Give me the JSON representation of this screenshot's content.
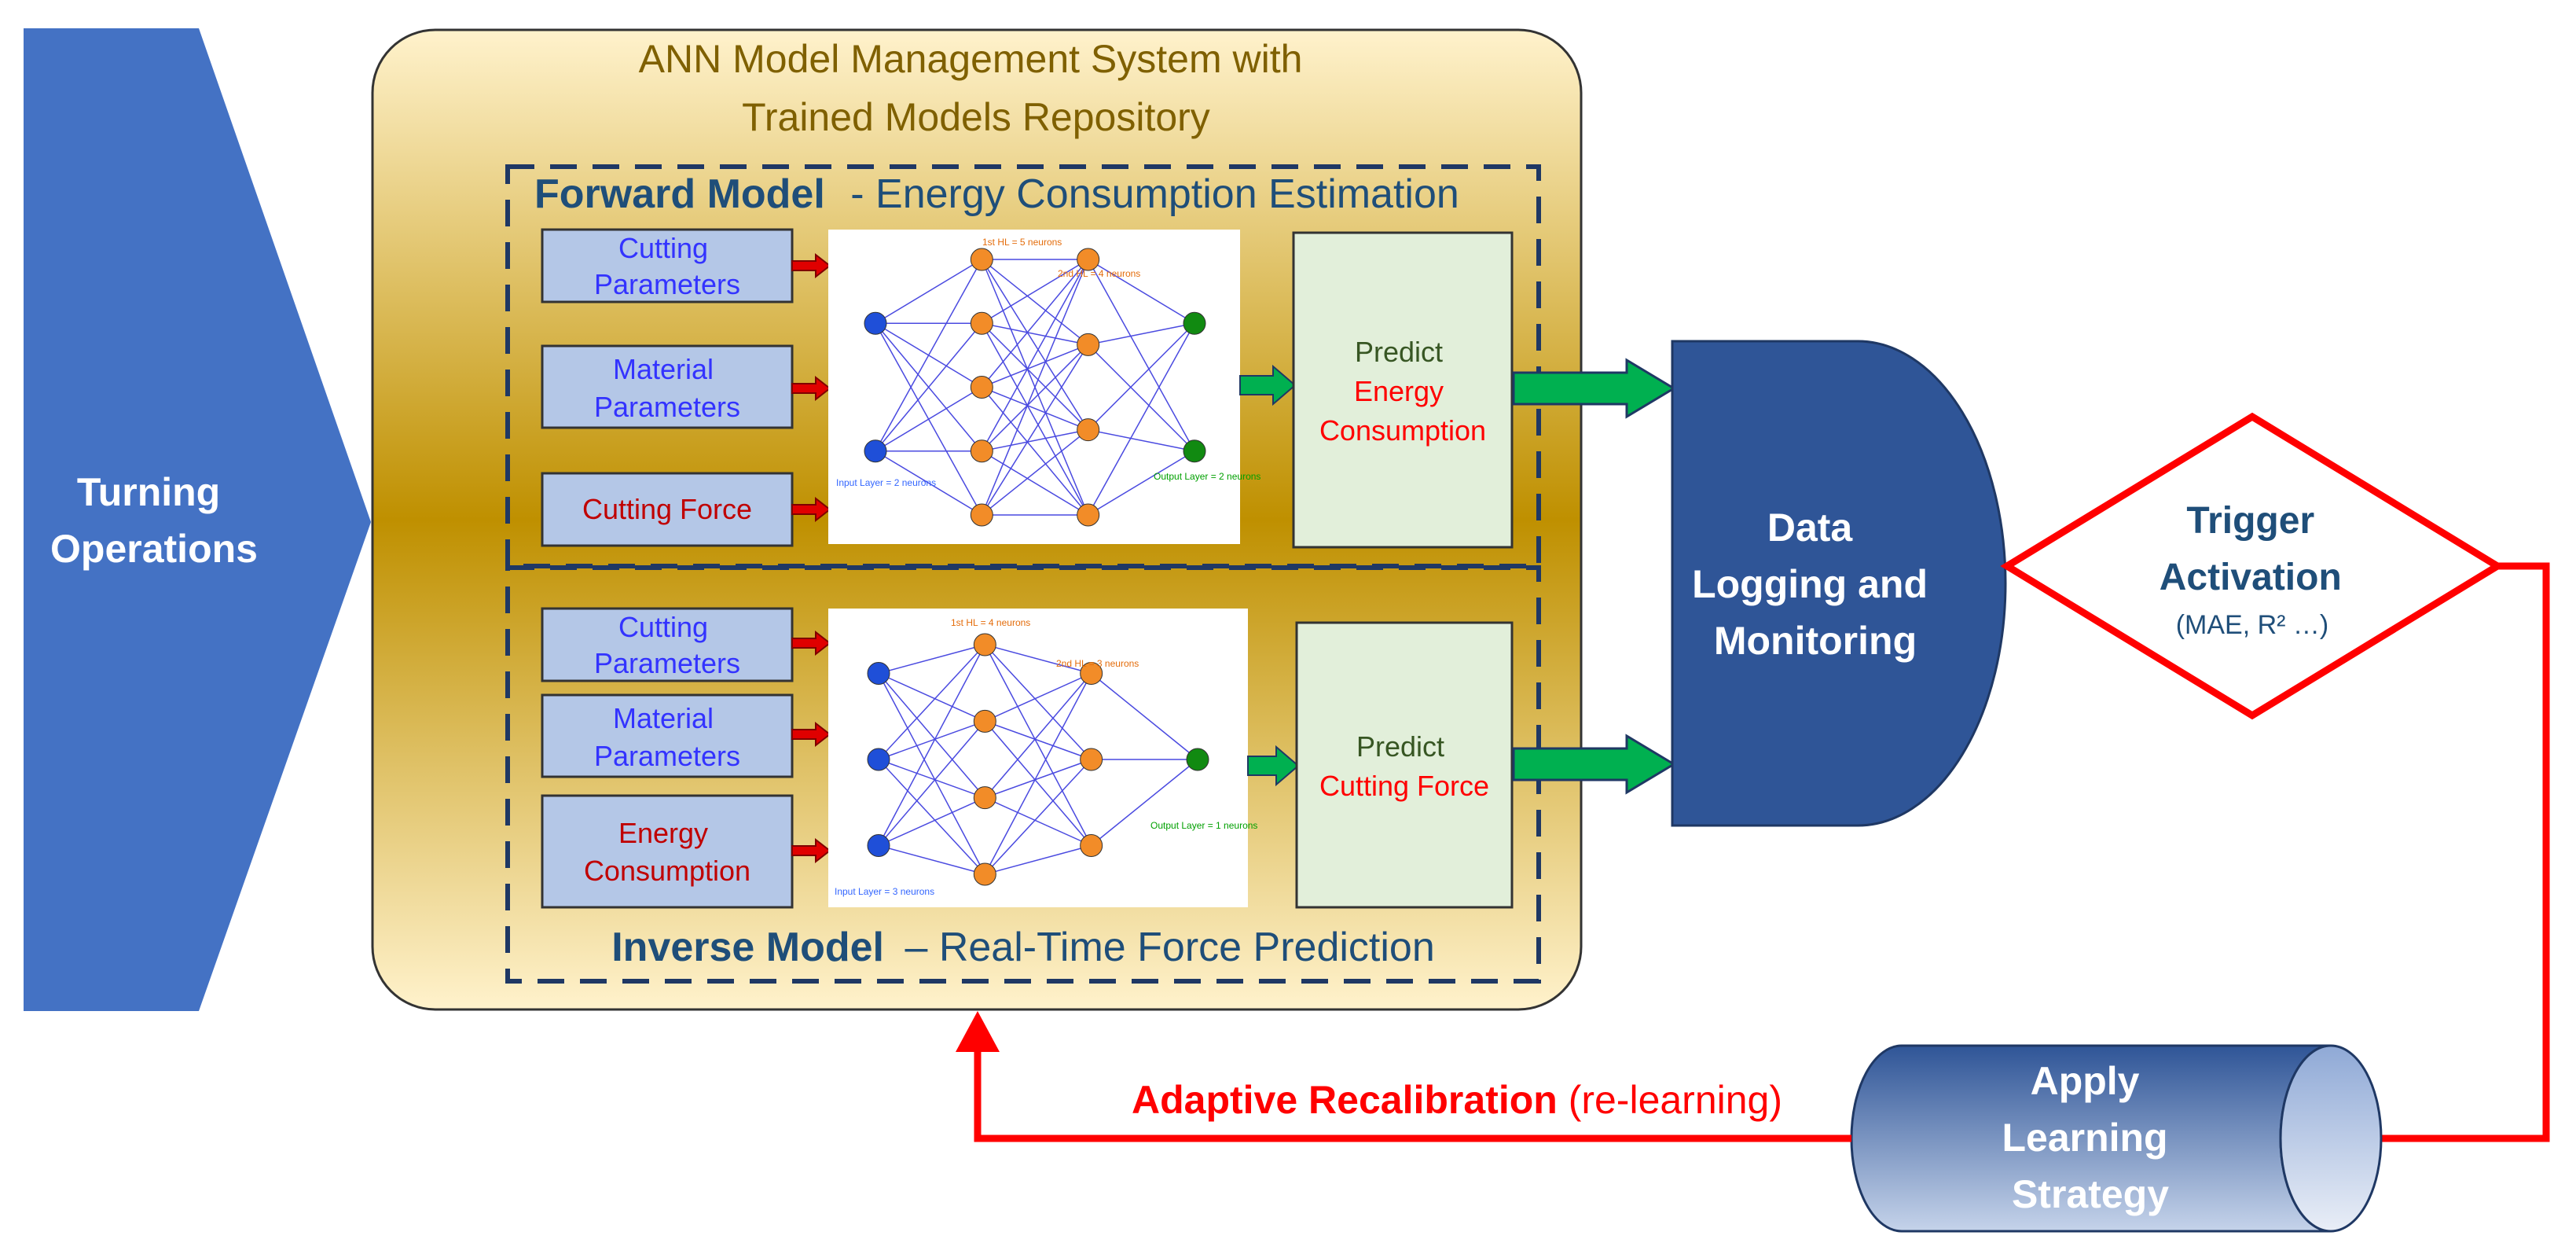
{
  "turning": {
    "lines": [
      "Turning",
      "Operations"
    ]
  },
  "system": {
    "title_lines": [
      "ANN Model Management System with",
      "Trained Models Repository"
    ]
  },
  "forward": {
    "title_bold": "Forward Model",
    "title_rest": "- Energy Consumption Estimation",
    "inputs": [
      {
        "lines": [
          "Cutting",
          "Parameters"
        ]
      },
      {
        "lines": [
          "Material",
          "Parameters"
        ]
      },
      {
        "lines": [
          "Cutting Force"
        ]
      }
    ],
    "output": {
      "line1": "Predict",
      "line2": "Energy",
      "line3": "Consumption"
    },
    "network": {
      "hidden1_label": "1st HL = 5 neurons",
      "hidden2_label": "2nd HL = 4 neurons",
      "input_label": "Input Layer = 2 neurons",
      "output_label": "Output Layer = 2 neurons",
      "layer_sizes": [
        2,
        5,
        4,
        2
      ]
    }
  },
  "inverse": {
    "title_bold": "Inverse Model",
    "title_rest": "– Real-Time Force Prediction",
    "inputs": [
      {
        "lines": [
          "Cutting",
          "Parameters"
        ]
      },
      {
        "lines": [
          "Material",
          "Parameters"
        ]
      },
      {
        "lines": [
          "Energy",
          "Consumption"
        ]
      }
    ],
    "output": {
      "line1": "Predict",
      "line2": "Cutting Force"
    },
    "network": {
      "hidden1_label": "1st HL = 4 neurons",
      "hidden2_label": "2nd HL = 3 neurons",
      "input_label": "Input Layer = 3 neurons",
      "output_label": "Output Layer = 1 neurons",
      "layer_sizes": [
        3,
        4,
        3,
        1
      ]
    }
  },
  "logging": {
    "lines": [
      "Data",
      "Logging and",
      "Monitoring"
    ]
  },
  "trigger": {
    "line1": "Trigger",
    "line2": "Activation",
    "line3": "(MAE, R² …)"
  },
  "apply": {
    "lines": [
      "Apply",
      "Learning",
      "Strategy"
    ]
  },
  "recalibration": {
    "bold": "Adaptive Recalibration",
    "rest": " (re-learning)"
  },
  "colors": {
    "blue_shape": "#4472c4",
    "dark_blue": "#2f5597",
    "navy_text": "#1f4e79",
    "input_fill": "#b4c7e7",
    "input_text": "#3333ff",
    "red_text": "#c00000",
    "output_fill": "#e2efda",
    "green_text": "#375623",
    "green_arrow": "#00b050",
    "red": "#ff0000",
    "gold_dark": "#bf9000",
    "gold_light": "#fff2cc"
  }
}
